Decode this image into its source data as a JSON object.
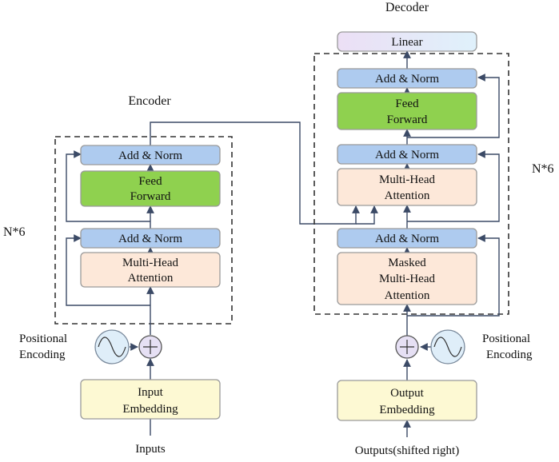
{
  "encoder": {
    "title": "Encoder",
    "repeat": "N*6",
    "add_norm_top": "Add & Norm",
    "feed_forward": [
      "Feed",
      "Forward"
    ],
    "add_norm_bottom": "Add & Norm",
    "attention": [
      "Multi-Head",
      "Attention"
    ],
    "positional_encoding": [
      "Positional",
      "Encoding"
    ],
    "embedding": [
      "Input",
      "Embedding"
    ],
    "inputs": "Inputs"
  },
  "decoder": {
    "title": "Decoder",
    "repeat": "N*6",
    "linear": "Linear",
    "add_norm_top": "Add & Norm",
    "feed_forward": [
      "Feed",
      "Forward"
    ],
    "add_norm_middle": "Add & Norm",
    "attention": [
      "Multi-Head",
      "Attention"
    ],
    "add_norm_bottom": "Add & Norm",
    "masked_attention": [
      "Masked",
      "Multi-Head",
      "Attention"
    ],
    "positional_encoding": [
      "Positional",
      "Encoding"
    ],
    "embedding": [
      "Output",
      "Embedding"
    ],
    "outputs": "Outputs(shifted right)"
  },
  "colors": {
    "add_norm": "#aecbef",
    "feed_forward": "#8fd14f",
    "attention": "#fde8d9",
    "embedding": "#fdf9d3",
    "plus_circle": "#e6e0f4",
    "arrows": "#3b4a66"
  }
}
